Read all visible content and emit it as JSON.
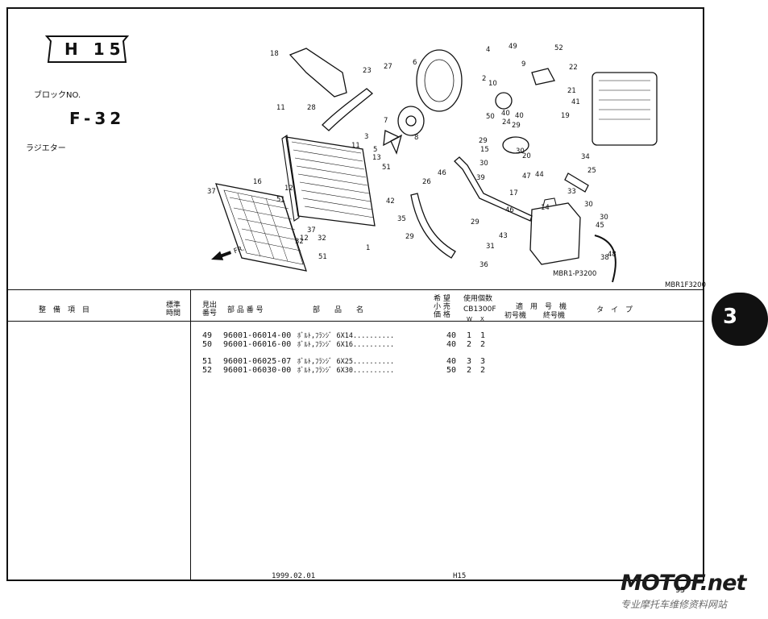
{
  "block": {
    "title": "H 15",
    "label": "ブロックNO.",
    "number": "F-32",
    "name": "ラジエター"
  },
  "page_tab": "3",
  "diagram": {
    "ref_code_1": "MBR1F3200",
    "ref_code_2": "MBR1-P3200",
    "front_arrow": "FR.",
    "callouts": [
      "1",
      "2",
      "3",
      "4",
      "5",
      "6",
      "7",
      "8",
      "9",
      "10",
      "11",
      "11",
      "12",
      "12",
      "13",
      "14",
      "15",
      "16",
      "17",
      "18",
      "19",
      "20",
      "21",
      "22",
      "23",
      "24",
      "25",
      "26",
      "27",
      "28",
      "29",
      "29",
      "29",
      "29",
      "30",
      "30",
      "30",
      "30",
      "31",
      "32",
      "32",
      "33",
      "34",
      "35",
      "36",
      "37",
      "37",
      "38",
      "39",
      "40",
      "40",
      "41",
      "42",
      "43",
      "44",
      "45",
      "46",
      "46",
      "47",
      "48",
      "49",
      "50",
      "51",
      "51",
      "51",
      "52"
    ]
  },
  "table": {
    "headers": {
      "maintenance_item": "整　備　項　目",
      "standard_time": "標準\n時間",
      "ref_no": "見出\n番号",
      "part_no": "部 品 番 号",
      "part_name": "部　　品　　名",
      "price": "希 望\n小 売\n価 格",
      "usage": "使用個数",
      "model": "CB1300F",
      "w": "W",
      "x": "X",
      "applicable": "適　用　号　機",
      "first": "初号機",
      "last": "終号機",
      "type": "タ　イ　プ"
    },
    "rows": [
      {
        "no": "49",
        "part": "96001-06014-00",
        "name": "ﾎﾞﾙﾄ,ﾌﾗﾝｼﾞ 6X14..........",
        "price": "40",
        "w": "1",
        "x": "1"
      },
      {
        "no": "50",
        "part": "96001-06016-00",
        "name": "ﾎﾞﾙﾄ,ﾌﾗﾝｼﾞ 6X16..........",
        "price": "40",
        "w": "2",
        "x": "2"
      },
      {
        "no": "51",
        "part": "96001-06025-07",
        "name": "ﾎﾞﾙﾄ,ﾌﾗﾝｼﾞ 6X25..........",
        "price": "40",
        "w": "3",
        "x": "3"
      },
      {
        "no": "52",
        "part": "96001-06030-00",
        "name": "ﾎﾞﾙﾄ,ﾌﾗﾝｼﾞ 6X30..........",
        "price": "50",
        "w": "2",
        "x": "2"
      }
    ]
  },
  "footer": {
    "date": "1999.02.01",
    "code": "H15",
    "page": "95"
  },
  "watermark": {
    "brand": "MOTOF.net",
    "tagline": "专业摩托车维修资料网站"
  }
}
